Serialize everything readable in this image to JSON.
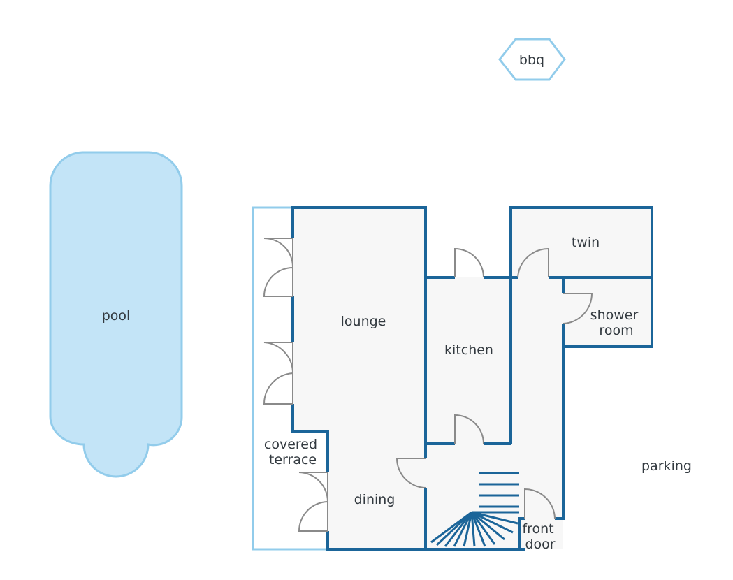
{
  "plan": {
    "labels": {
      "bbq": "bbq",
      "pool": "pool",
      "lounge": "lounge",
      "kitchen": "kitchen",
      "twin": "twin",
      "shower_room": [
        "shower",
        "room"
      ],
      "covered_terrace": [
        "covered",
        "terrace"
      ],
      "dining": "dining",
      "front_door": [
        "front",
        "door"
      ],
      "parking": "parking"
    },
    "colors": {
      "wall": "#1b6599",
      "terrace_outline": "#92cceb",
      "pool_fill": "#c3e4f7",
      "pool_outline": "#92cceb",
      "room_fill": "#f7f7f7",
      "door": "#8a8a8a",
      "text": "#333a40"
    },
    "icons": {
      "bbq": "hexagon",
      "stairs": "spiral-staircase",
      "doors": "door-swing-arc"
    }
  }
}
